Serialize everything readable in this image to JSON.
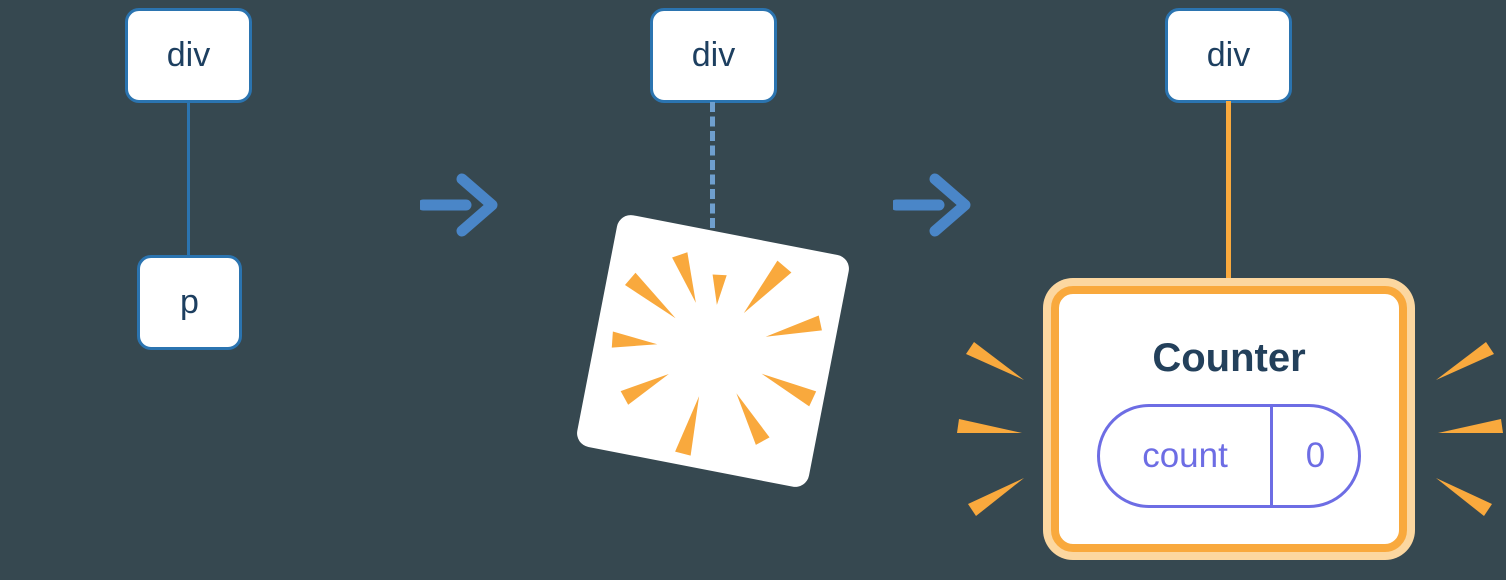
{
  "stage1": {
    "parent_label": "div",
    "child_label": "p"
  },
  "stage2": {
    "parent_label": "div"
  },
  "stage3": {
    "parent_label": "div",
    "counter": {
      "title": "Counter",
      "state_name": "count",
      "state_value": "0"
    }
  },
  "icons": {
    "arrow": "arrow-right-icon",
    "burst": "destruction-burst-icon",
    "sparkles": "emphasis-sparkles-icon"
  },
  "colors": {
    "background": "#364850",
    "node_border_blue": "#2b74b0",
    "node_text": "#1d3f60",
    "dashed_connector_blue": "#6f9fce",
    "arrow_blue": "#4a86c8",
    "orange": "#f9a93d",
    "orange_glow": "#fcd7a0",
    "counter_title_text": "#23405b",
    "state_purple": "#6d6de4",
    "node_fill": "#ffffff"
  }
}
